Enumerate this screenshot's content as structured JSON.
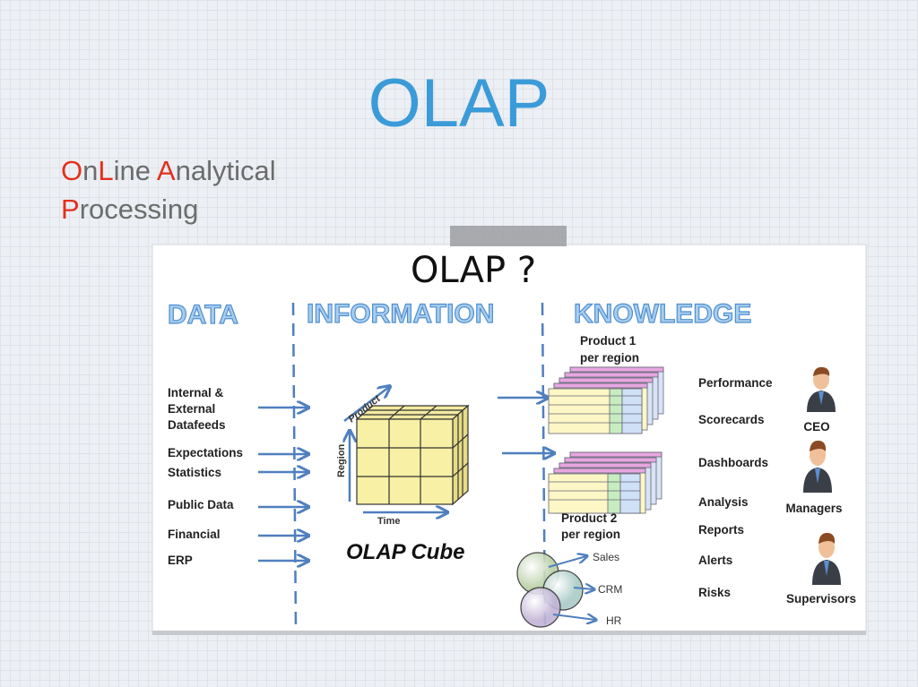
{
  "slide": {
    "title": "OLAP",
    "subtitle_line1": [
      {
        "t": "O",
        "red": true
      },
      {
        "t": "n",
        "red": false
      },
      {
        "t": "L",
        "red": true
      },
      {
        "t": "ine ",
        "red": false
      },
      {
        "t": "A",
        "red": true
      },
      {
        "t": "nalytical",
        "red": false
      }
    ],
    "subtitle_line2": [
      {
        "t": "P",
        "red": true
      },
      {
        "t": "rocessing",
        "red": false
      }
    ],
    "subtitle_text": "OnLine Analytical Processing"
  },
  "diagram": {
    "title": "OLAP ?",
    "headers": [
      "DATA",
      "INFORMATION",
      "KNOWLEDGE"
    ],
    "data_sources": [
      "Internal &",
      "External",
      "Datafeeds",
      "Expectations",
      "Statistics",
      "Public Data",
      "Financial",
      "ERP"
    ],
    "cube": {
      "axis_product": "Product",
      "axis_region": "Region",
      "axis_time": "Time",
      "label": "OLAP Cube"
    },
    "reports": {
      "product1": [
        "Product 1",
        "per region"
      ],
      "product2": [
        "Product 2",
        "per region"
      ]
    },
    "systems": [
      "Sales",
      "CRM",
      "HR"
    ],
    "knowledge_items": [
      "Performance",
      "Scorecards",
      "Dashboards",
      "Analysis",
      "Reports",
      "Alerts",
      "Risks"
    ],
    "roles": [
      "CEO",
      "Managers",
      "Supervisors"
    ]
  },
  "colors": {
    "title": "#3b9bd8",
    "accent_red": "#e2301c",
    "arrow": "#4f7fbf"
  }
}
